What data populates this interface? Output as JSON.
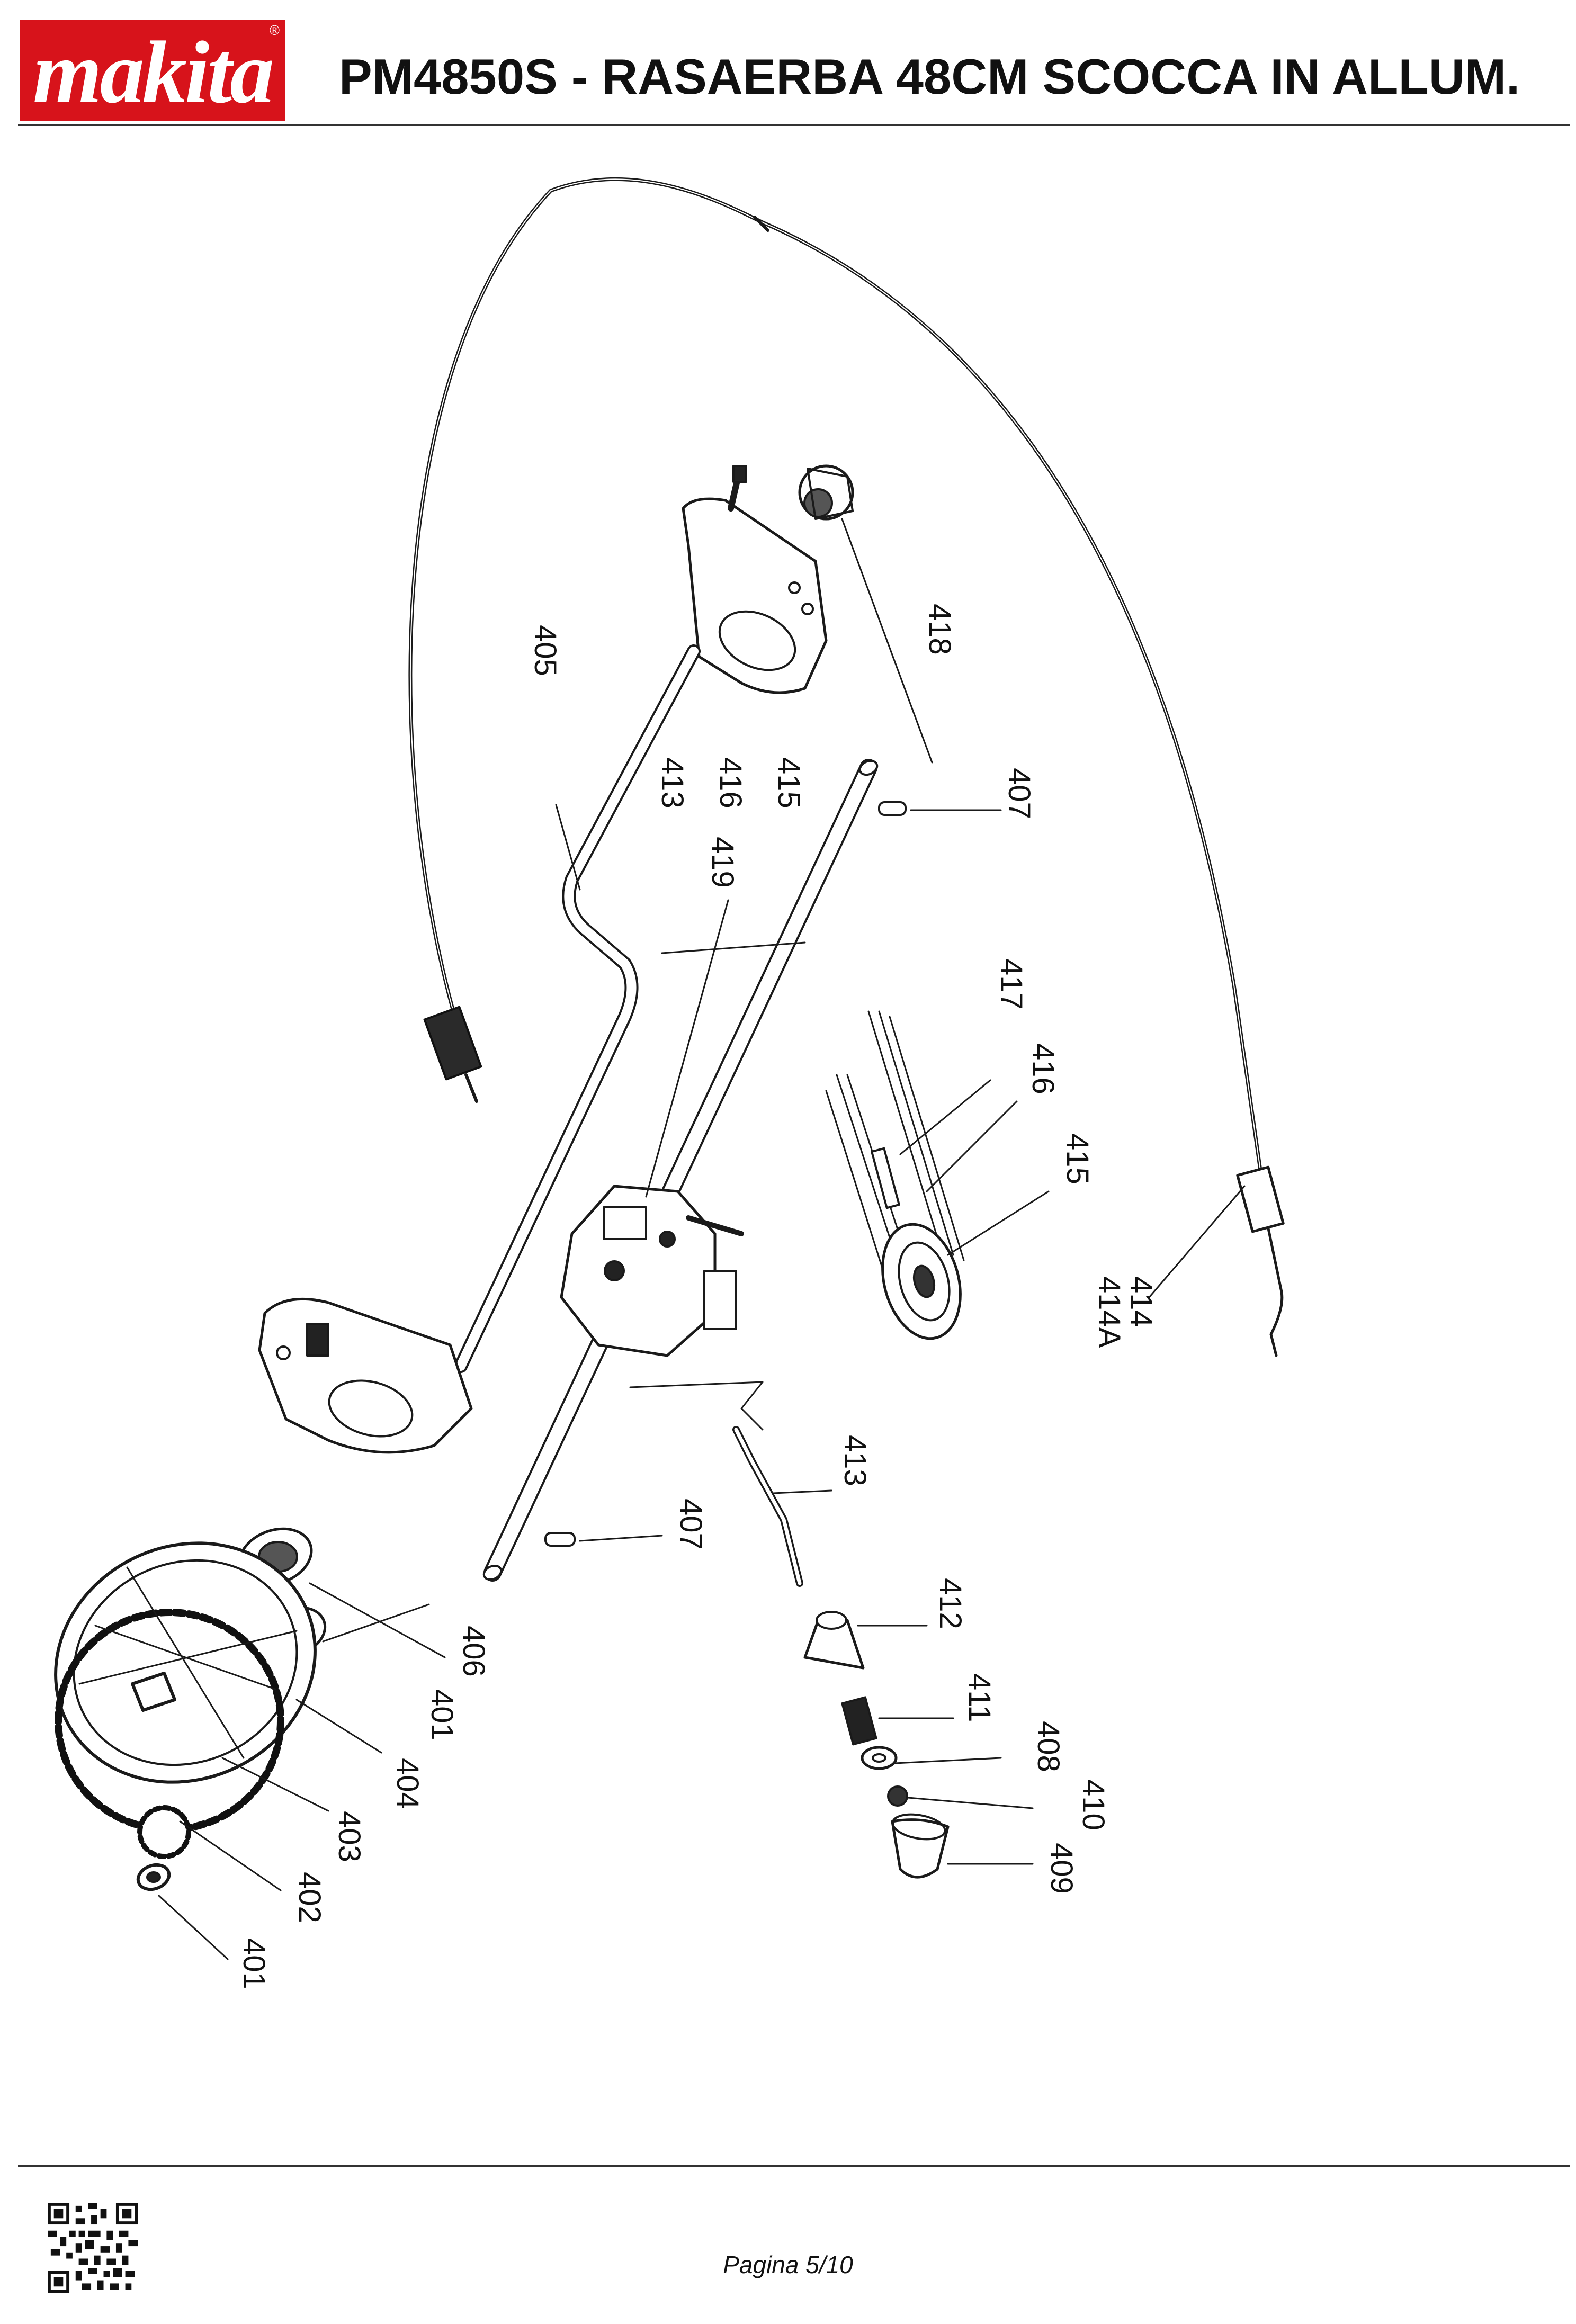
{
  "header": {
    "brand": "makita",
    "title": "PM4850S - RASAERBA 48CM SCOCCA IN ALLUM."
  },
  "labels": {
    "l405": "405",
    "l418": "418",
    "l415a": "415",
    "l416a": "416",
    "l413a": "413",
    "l419": "419",
    "l407a": "407",
    "l417": "417",
    "l416b": "416",
    "l415b": "415",
    "l414": "414",
    "l414A": "414A",
    "l413b": "413",
    "l407b": "407",
    "l412": "412",
    "l411": "411",
    "l408": "408",
    "l410": "410",
    "l409": "409",
    "l406": "406",
    "l401a": "401",
    "l404": "404",
    "l403": "403",
    "l402": "402",
    "l401b": "401"
  },
  "footer": {
    "page": "Pagina 5/10"
  },
  "colors": {
    "brand_red": "#d7131b",
    "line": "#1a1a1a"
  }
}
